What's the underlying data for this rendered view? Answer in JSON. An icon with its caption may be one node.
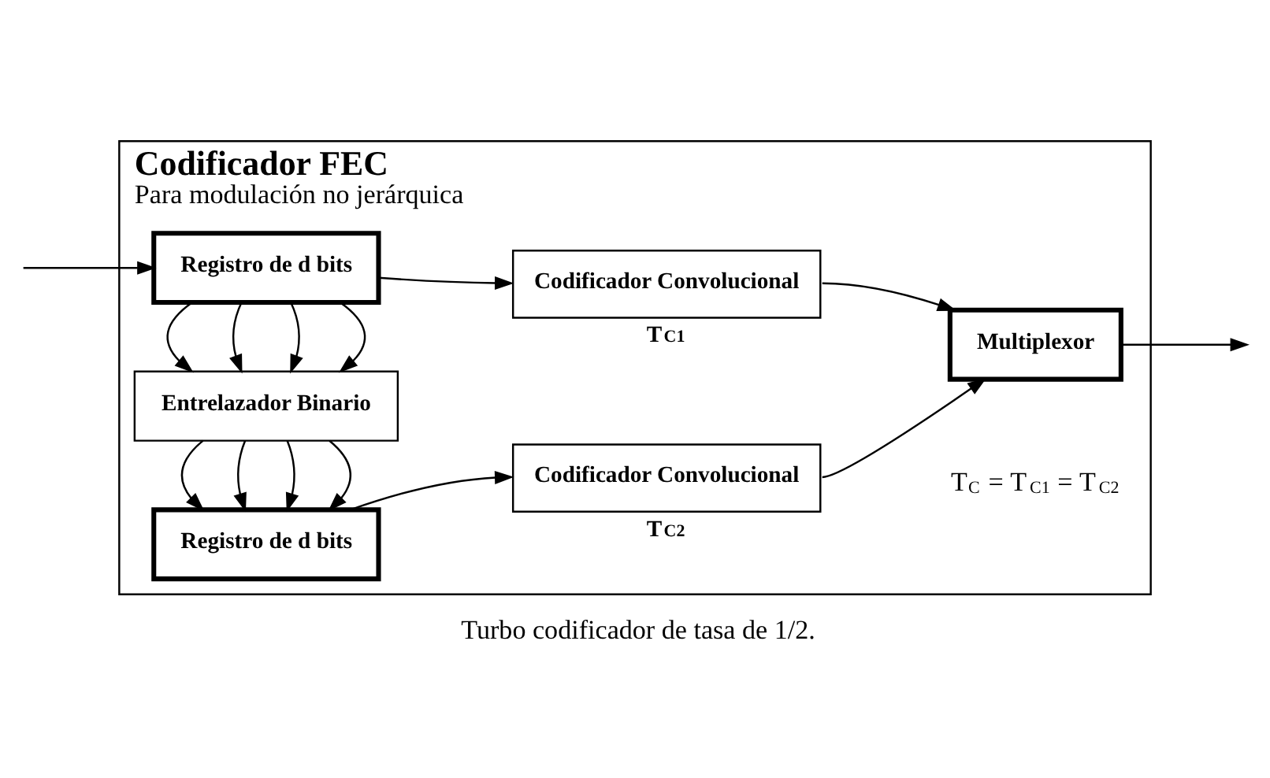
{
  "diagram": {
    "caption": "Turbo codificador de tasa de 1/2.",
    "nodes": [
      {
        "text": [
          "Codificador FEC",
          "Para modulación no jerárquica"
        ]
      },
      {
        "text": [
          "Registro de d bits"
        ],
        "in": 0
      },
      {
        "text": [
          "Codificador Convolucional"
        ],
        "in": 0,
        "beside": [
          "T$_{C1}$"
        ]
      },
      {
        "text": [
          "Entrelazador Binario"
        ],
        "in": 0
      },
      {
        "text": [
          "Registro de d bits"
        ],
        "in": 0
      },
      {
        "text": [
          "Codificador Convolucional"
        ],
        "in": 0,
        "beside": [
          "T$_{C2}$"
        ]
      },
      {
        "text": [
          "Multiplexor"
        ],
        "in": 0
      }
    ],
    "edges": [
      {
        "from": null,
        "to": 1,
        "arrow": "to"
      },
      {
        "from": 1,
        "to": 2,
        "arrow": "to"
      },
      {
        "from": 1,
        "to": 3,
        "arrow": "to"
      },
      {
        "from": 1,
        "to": 3,
        "arrow": "to"
      },
      {
        "from": 1,
        "to": 3,
        "arrow": "to"
      },
      {
        "from": 1,
        "to": 3,
        "arrow": "to"
      },
      {
        "from": 3,
        "to": 4,
        "arrow": "to"
      },
      {
        "from": 3,
        "to": 4,
        "arrow": "to"
      },
      {
        "from": 3,
        "to": 4,
        "arrow": "to"
      },
      {
        "from": 3,
        "to": 4,
        "arrow": "to"
      },
      {
        "from": 4,
        "to": 5,
        "arrow": "to"
      },
      {
        "from": 2,
        "to": 6,
        "arrow": "to"
      },
      {
        "from": 5,
        "to": 6,
        "arrow": "to"
      },
      {
        "from": 6,
        "to": null,
        "arrow": "to"
      }
    ],
    "labels": [
      "T$_{C}$ = T$_{C1}$ = T$_{C2}$"
    ]
  }
}
